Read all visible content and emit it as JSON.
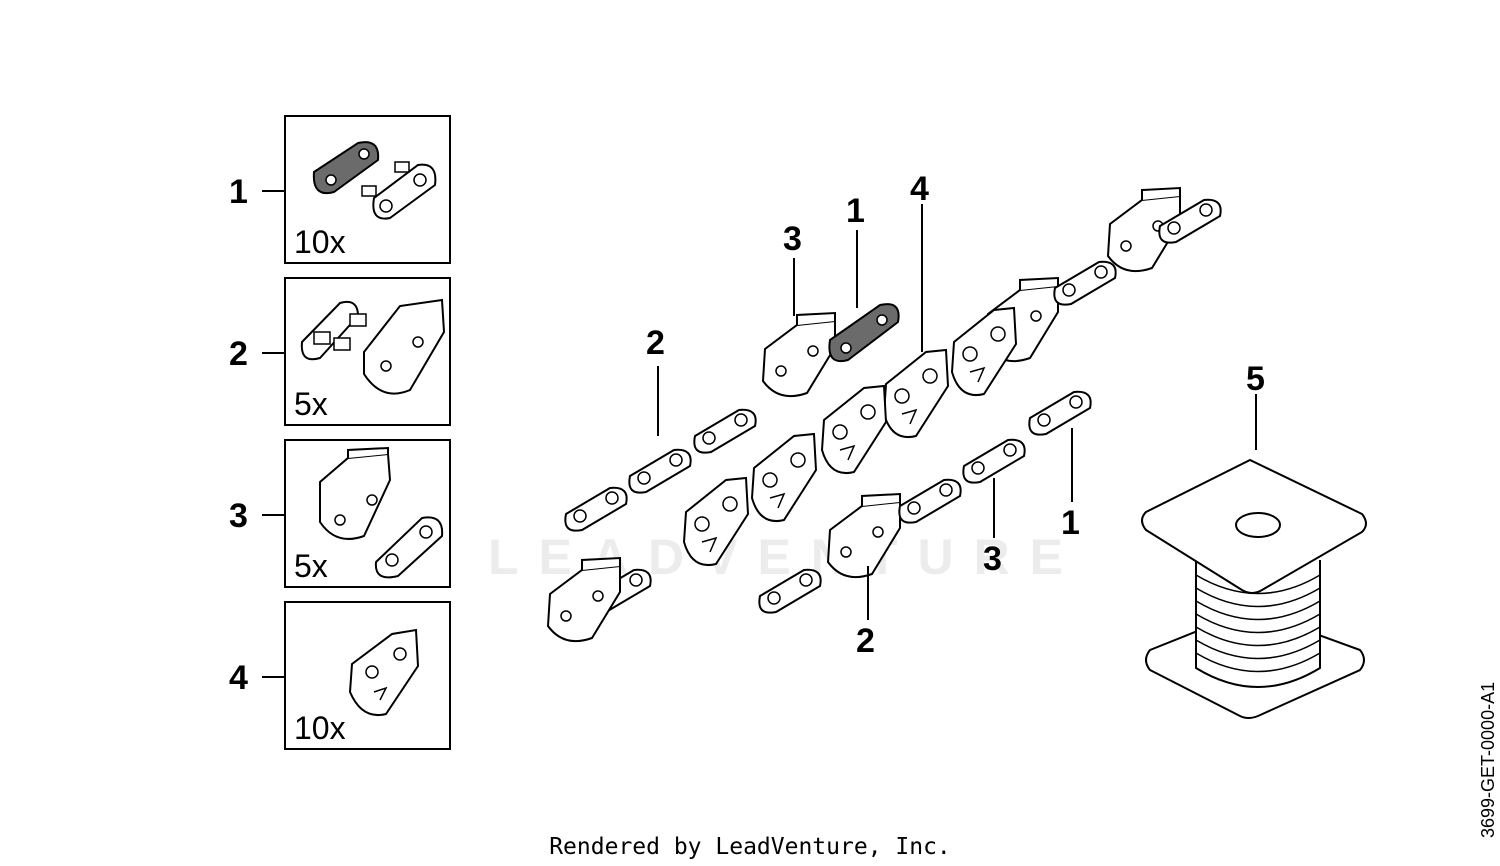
{
  "legend": [
    {
      "number": "1",
      "quantity": "10x"
    },
    {
      "number": "2",
      "quantity": "5x"
    },
    {
      "number": "3",
      "quantity": "5x"
    },
    {
      "number": "4",
      "quantity": "10x"
    }
  ],
  "callouts": {
    "upper_cutter": "3",
    "upper_preset_link": "1",
    "upper_drive_link": "4",
    "upper_tie_strap": "2",
    "lower_tie_link": "1",
    "lower_cutter": "3",
    "lower_tie_strap": "2",
    "reel": "5"
  },
  "watermark": "LEADVENTURE",
  "credit": "Rendered by LeadVenture, Inc.",
  "diagram_code": "3699-GET-0000-A1",
  "colors": {
    "dark_link": "#6b6b6b",
    "line": "#000000",
    "watermark": "#ececec"
  }
}
